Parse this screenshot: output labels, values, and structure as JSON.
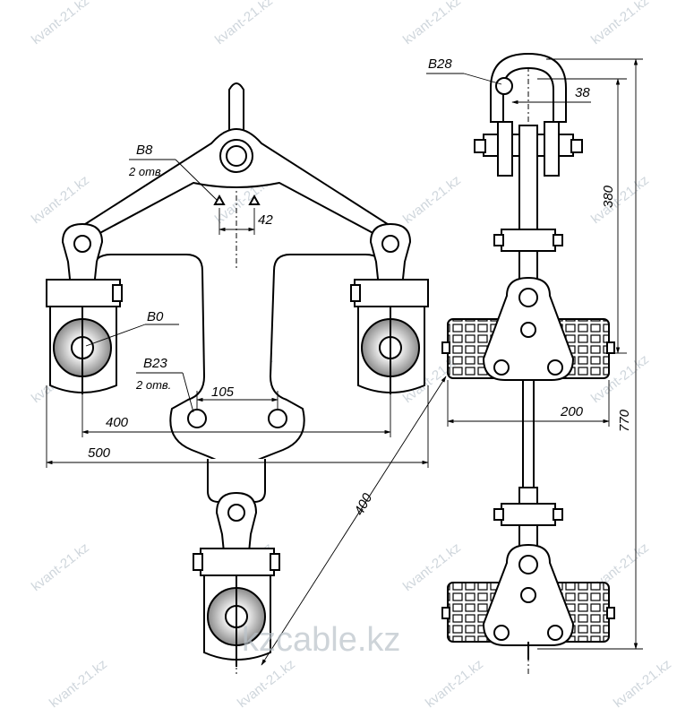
{
  "watermark": {
    "tile_text": "kvant-21.kz",
    "logo_text": "kzcable.kz"
  },
  "front_view": {
    "hole_top_label": "В8",
    "hole_top_count": "2 отв.",
    "hole_mid_label": "В23",
    "hole_mid_count": "2 отв.",
    "bore_label": "В0",
    "dim_42": "42",
    "dim_105": "105",
    "dim_400": "400",
    "dim_500": "500",
    "dim_diag_400": "400"
  },
  "side_view": {
    "shackle_label": "В28",
    "dim_38": "38",
    "dim_380": "380",
    "dim_200": "200",
    "dim_770": "770"
  }
}
